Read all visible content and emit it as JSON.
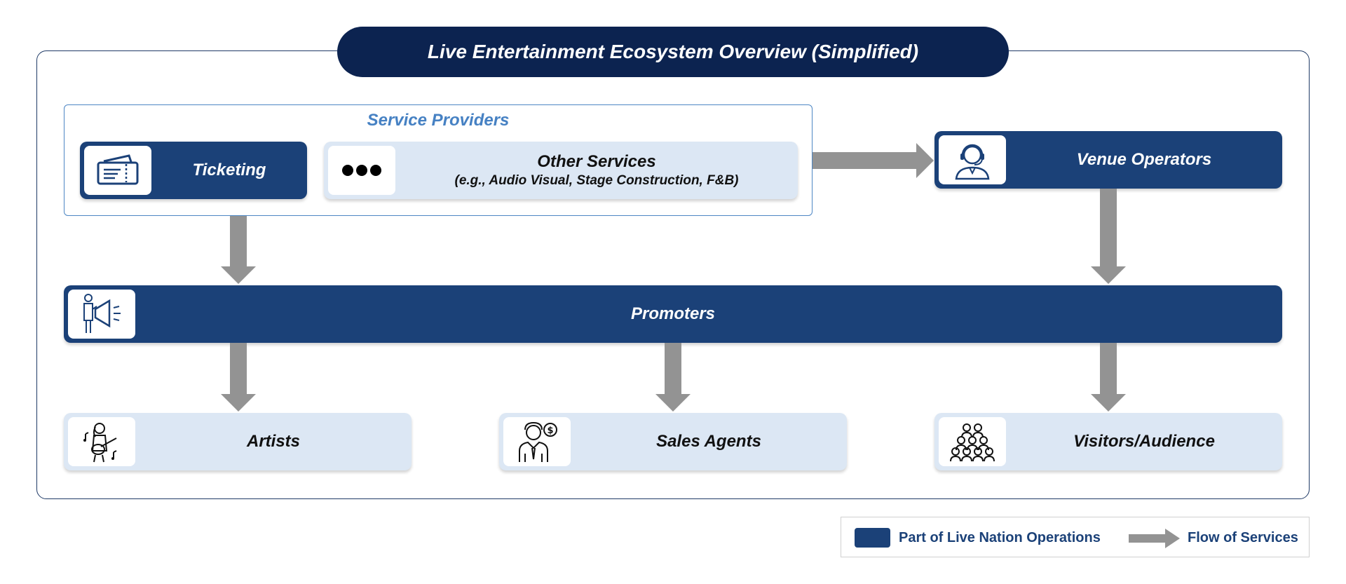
{
  "title": "Live Entertainment Ecosystem Overview (Simplified)",
  "service_providers": {
    "title": "Service Providers",
    "ticketing": {
      "label": "Ticketing",
      "icon": "ticket-icon"
    },
    "other_services": {
      "label": "Other Services",
      "sub": "(e.g., Audio Visual, Stage Construction, F&B)",
      "icon": "more-dots-icon"
    }
  },
  "venue_operators": {
    "label": "Venue Operators",
    "icon": "headset-operator-icon"
  },
  "promoters": {
    "label": "Promoters",
    "icon": "megaphone-promoter-icon"
  },
  "artists": {
    "label": "Artists",
    "icon": "guitarist-icon"
  },
  "sales_agents": {
    "label": "Sales Agents",
    "icon": "sales-agent-icon"
  },
  "visitors": {
    "label": "Visitors/Audience",
    "icon": "audience-icon"
  },
  "legend": {
    "operations_label": "Part of Live Nation Operations",
    "flow_label": "Flow of Services"
  },
  "colors": {
    "live_nation": "#1b4178",
    "other": "#dce7f4",
    "arrow": "#939393",
    "title": "#0c2350",
    "accent": "#4681c3"
  }
}
